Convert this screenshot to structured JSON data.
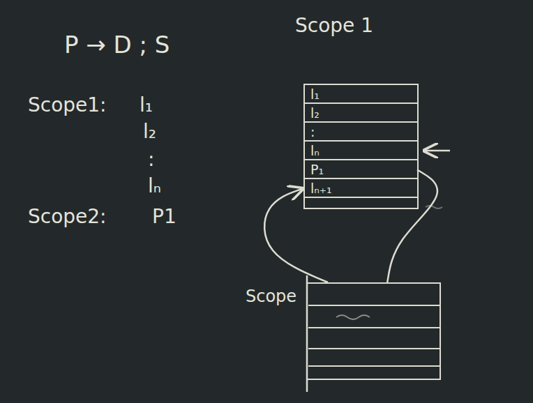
{
  "diagram": {
    "nodes": [
      {
        "text": [
          "Scope 1"
        ]
      },
      {
        "text": [
          "l₁"
        ],
        "in": 0
      },
      {
        "text": [
          "l₂"
        ],
        "in": 0
      },
      {
        "text": [
          ":"
        ],
        "in": 0
      },
      {
        "text": [
          "lₙ"
        ],
        "in": 0
      },
      {
        "text": [
          "P₁"
        ],
        "in": 0
      },
      {
        "text": [
          "lₙ₊₁"
        ],
        "in": 0
      },
      {
        "text": [
          "Scope"
        ]
      }
    ],
    "edges": [
      {
        "from": 5,
        "to": 7,
        "arrow": "none"
      },
      {
        "from": 7,
        "to": 6,
        "arrow": "to"
      }
    ],
    "labels": [
      "P → D ; S",
      "Scope1:",
      "l₁",
      "l₂",
      ":",
      "lₙ",
      "Scope2:",
      "P1"
    ]
  }
}
